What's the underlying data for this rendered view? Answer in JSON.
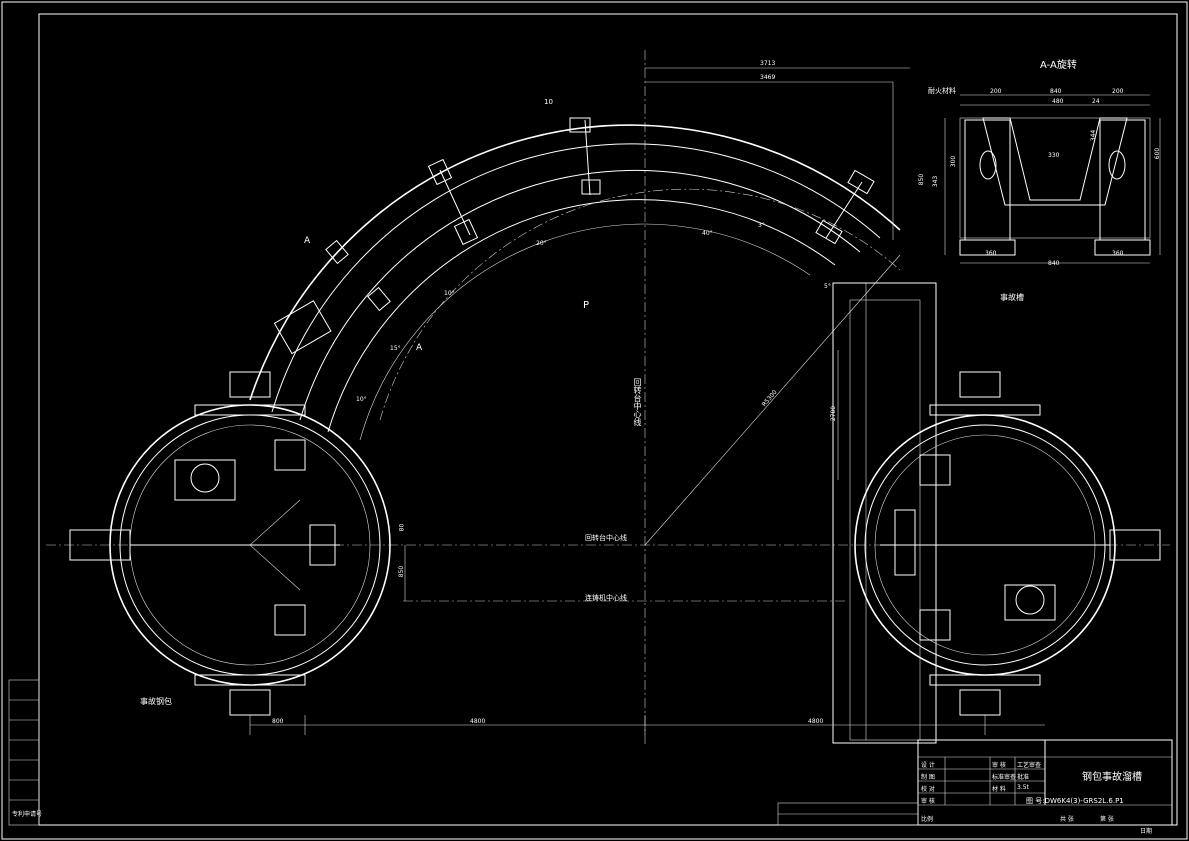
{
  "drawing": {
    "title": "钢包事故溜槽",
    "section_title": "A-A旋转",
    "drawing_no": "图 号:DW6K4(3)-GRS2L.6.P1",
    "labels": {
      "refractory": "耐火材料",
      "chute": "事故槽",
      "ladle": "事故钢包",
      "turret_center": "回转台中心线",
      "turret_center_vertical": "回转台中心线",
      "caster_center": "连铸机中心线",
      "section_a": "A",
      "direction_p": "P"
    },
    "dimensions": {
      "top_overall": "3713",
      "top_inner": "3469",
      "radius": "R5300",
      "vertical_2700": "2700",
      "left_800": "800",
      "span_left": "4800",
      "span_right": "4800",
      "offset_850": "850",
      "offset_80": "80",
      "surface": "10",
      "section_200a": "200",
      "section_840": "840",
      "section_200b": "200",
      "section_480": "480",
      "section_24": "24",
      "section_330": "330",
      "section_344": "344",
      "section_600": "600",
      "section_343": "343",
      "section_300": "300",
      "section_850": "850",
      "section_360a": "360",
      "section_360b": "360",
      "section_840b": "840"
    },
    "angles": [
      "40°",
      "3°",
      "20°",
      "10°",
      "15°",
      "10°",
      "5°"
    ],
    "title_block": {
      "rows": [
        [
          "设 计",
          "",
          "审 核",
          "工艺审查"
        ],
        [
          "制 图",
          "",
          "标准审查",
          "批准"
        ],
        [
          "校 对",
          "",
          "材 料",
          "3.5t"
        ],
        [
          "审 核",
          "",
          "",
          ""
        ]
      ],
      "scale": "比例",
      "sheet": "共 张",
      "page": "第 张",
      "date": "日期"
    },
    "left_stamp": "专利申请号"
  }
}
